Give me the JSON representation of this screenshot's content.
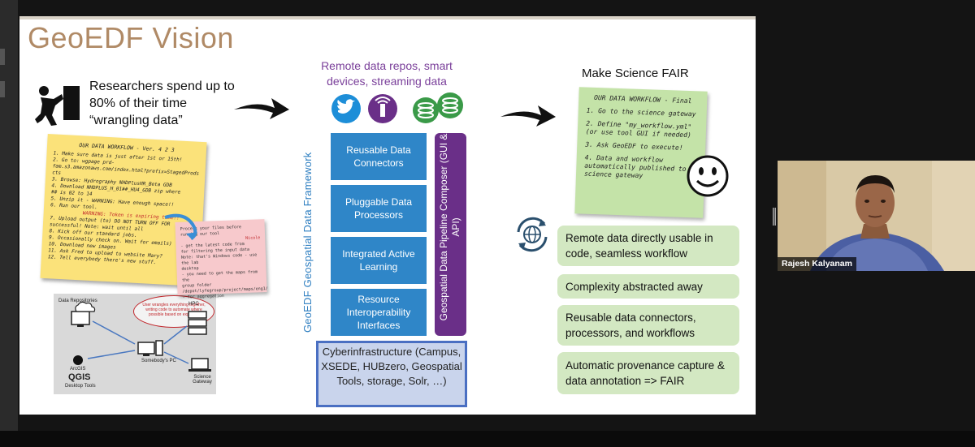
{
  "slide": {
    "title": "GeoEDF Vision",
    "researcher_text": "Researchers spend up to 80% of their time “wrangling data”",
    "old_note": {
      "title": "OUR DATA WORKFLOW - Ver. 4 2 3",
      "lines": [
        "1. Make sure data is just after 1st or 15th!",
        "2. Go to: wgpage prd-",
        "fam.s3.amazonaws.com/index.html?prefix=StagedProds",
        "cts",
        "3. Browse: Hydrography NHDPlusHR_Beta GDB",
        "4. Download NHDPLUS_H_01##_HU4_GDB zip where",
        "## is 02 to 14",
        "5. Unzip it - WARNING: Have enough space!!",
        "6. Run our tool.",
        "WARNING: Token is expiring time!!",
        "7. Upload output (to) DO NOT TURN OFF FOR",
        "successful! Note: wait until all",
        "8. Kick off our standard jobs.",
        "9. Occasionally check on. Wait for emails)",
        "10. Download new images",
        "11. Ask Fred to upload to website Mary?",
        "12. Tell everybody there's new stuff."
      ]
    },
    "pink_note": {
      "heading": "Process your files before running our tool",
      "name": "Nicole",
      "lines": [
        "- get the latest code from",
        "for filtering the input data",
        "Note: that's Windows code - use the lab",
        "desktop",
        "- you need to get the maps from the",
        "group folder",
        "/depot/lyfegroup/project/maps/eng1/",
        "- for aggregation"
      ]
    },
    "old_diagram": {
      "bubble": "User wrangles everything together, writing code to automate where possible based on expertise",
      "data_repositories": "Data Repositories",
      "hpc": "HPC",
      "pc": "Somebody's PC",
      "arcgis": "ArcGIS",
      "qgis": "QGIS",
      "desktop_tools": "Desktop Tools",
      "science_gateway": "Science Gateway"
    },
    "remote_caption": "Remote data repos, smart devices, streaming data",
    "source_icons": [
      "twitter-icon",
      "sensor-tower-icon",
      "database-stack-icon"
    ],
    "framework_label": "GeoEDF Geospatial Data Framework",
    "framework_boxes": [
      "Reusable Data Connectors",
      "Pluggable Data Processors",
      "Integrated Active Learning",
      "Resource Interoperability Interfaces"
    ],
    "composer_label": "Geospatial Data Pipeline Composer (GUI & API)",
    "cyber_box": "Cyberinfrastructure (Campus, XSEDE, HUBzero, Geospatial Tools, storage, Solr, …)",
    "fair_title": "Make Science FAIR",
    "new_note": {
      "title": "OUR DATA WORKFLOW - Final",
      "steps": [
        "1. Go to the science gateway",
        "2. Define \"my_workflow.yml\" (or use tool GUI if needed)",
        "3. Ask GeoEDF to execute!",
        "4. Data and workflow automatically published to science gateway"
      ]
    },
    "benefits": [
      "Remote data directly usable in code, seamless workflow",
      "Complexity abstracted away",
      "Reusable data connectors, processors, and workflows",
      "Automatic provenance capture & data annotation => FAIR"
    ],
    "colors": {
      "title": "#b08a66",
      "framework_blue": "#2f86c8",
      "composer_purple": "#6a2f88",
      "benefit_green": "#d3e8c2",
      "note_yellow": "#fbe27a",
      "note_green": "#c4e3a8"
    }
  },
  "webcam": {
    "participant_name": "Rajesh Kalyanam"
  }
}
